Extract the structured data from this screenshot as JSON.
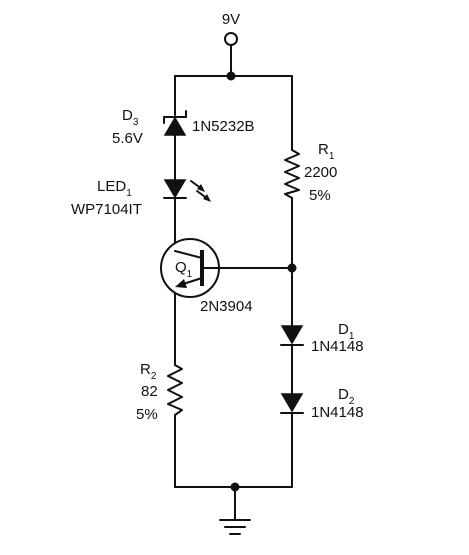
{
  "supply": {
    "label": "9V"
  },
  "d3": {
    "ref": "D",
    "sub": "3",
    "value": "5.6V",
    "part": "1N5232B"
  },
  "led1": {
    "ref": "LED",
    "sub": "1",
    "part": "WP7104IT"
  },
  "q1": {
    "ref": "Q",
    "sub": "1",
    "part": "2N3904"
  },
  "r1": {
    "ref": "R",
    "sub": "1",
    "value": "2200",
    "tol": "5%"
  },
  "r2": {
    "ref": "R",
    "sub": "2",
    "value": "82",
    "tol": "5%"
  },
  "d1": {
    "ref": "D",
    "sub": "1",
    "part": "1N4148"
  },
  "d2": {
    "ref": "D",
    "sub": "2",
    "part": "1N4148"
  }
}
